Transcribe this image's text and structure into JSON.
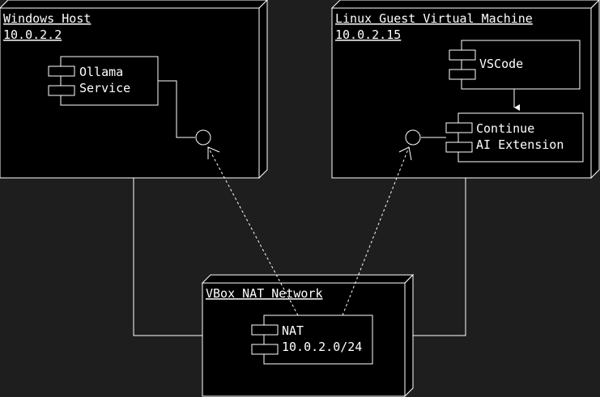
{
  "colors": {
    "background": "#1e1e1e",
    "node_fill": "#000000",
    "stroke": "#ffffff",
    "text": "#ffffff"
  },
  "windows_host": {
    "title": "Windows Host",
    "ip": "10.0.2.2",
    "component": {
      "line1": "Ollama",
      "line2": "Service"
    }
  },
  "linux_vm": {
    "title": "Linux Guest Virtual Machine",
    "ip": "10.0.2.15",
    "vscode": {
      "label": "VSCode"
    },
    "continue_ext": {
      "line1": "Continue",
      "line2": "AI Extension"
    }
  },
  "nat_network": {
    "title": "VBox NAT Network",
    "component": {
      "line1": "NAT",
      "line2": "10.0.2.0/24"
    }
  }
}
